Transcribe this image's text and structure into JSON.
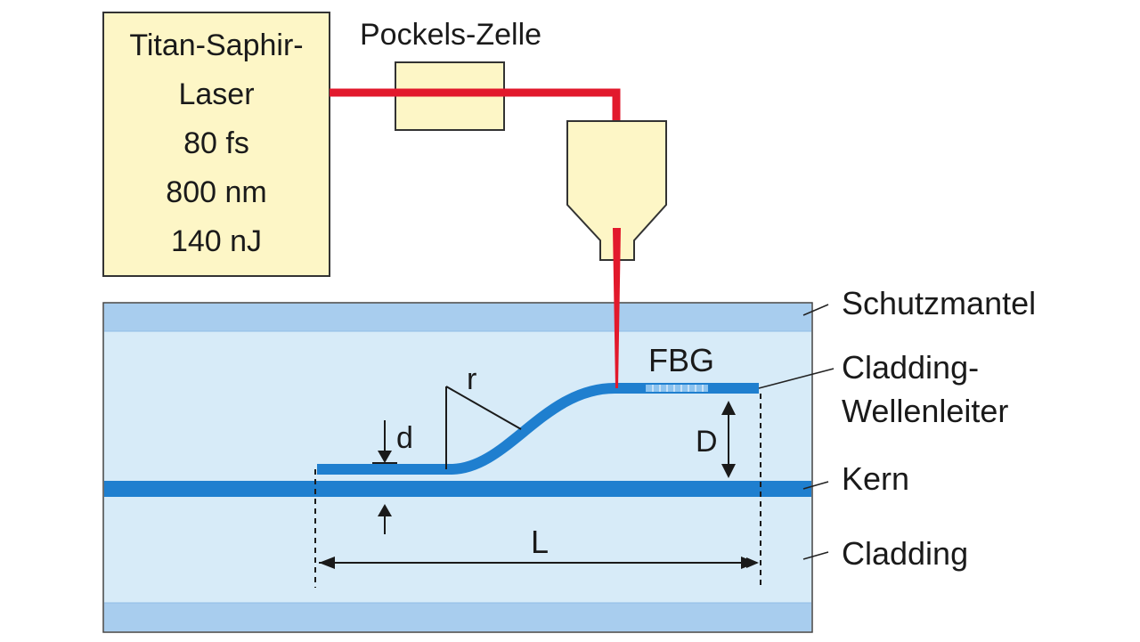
{
  "laser": {
    "lines": [
      "Titan-Saphir-",
      "Laser",
      "80 fs",
      "800 nm",
      "140 nJ"
    ]
  },
  "pockels_cell_label": "Pockels-Zelle",
  "fiber_labels": {
    "protective_jacket": "Schutzmantel",
    "cladding_waveguide_line1": "Cladding-",
    "cladding_waveguide_line2": "Wellenleiter",
    "core": "Kern",
    "cladding": "Cladding"
  },
  "annotations": {
    "fbg": "FBG",
    "radius": "r",
    "diameter": "d",
    "distance": "D",
    "length": "L"
  },
  "colors": {
    "laser_box_fill": "#fdf6c6",
    "beam": "#e2192c",
    "jacket": "#a8cdee",
    "cladding": "#d7ebf8",
    "core": "#1f7fcf",
    "waveguide": "#1f7fcf",
    "outline": "#222222"
  }
}
